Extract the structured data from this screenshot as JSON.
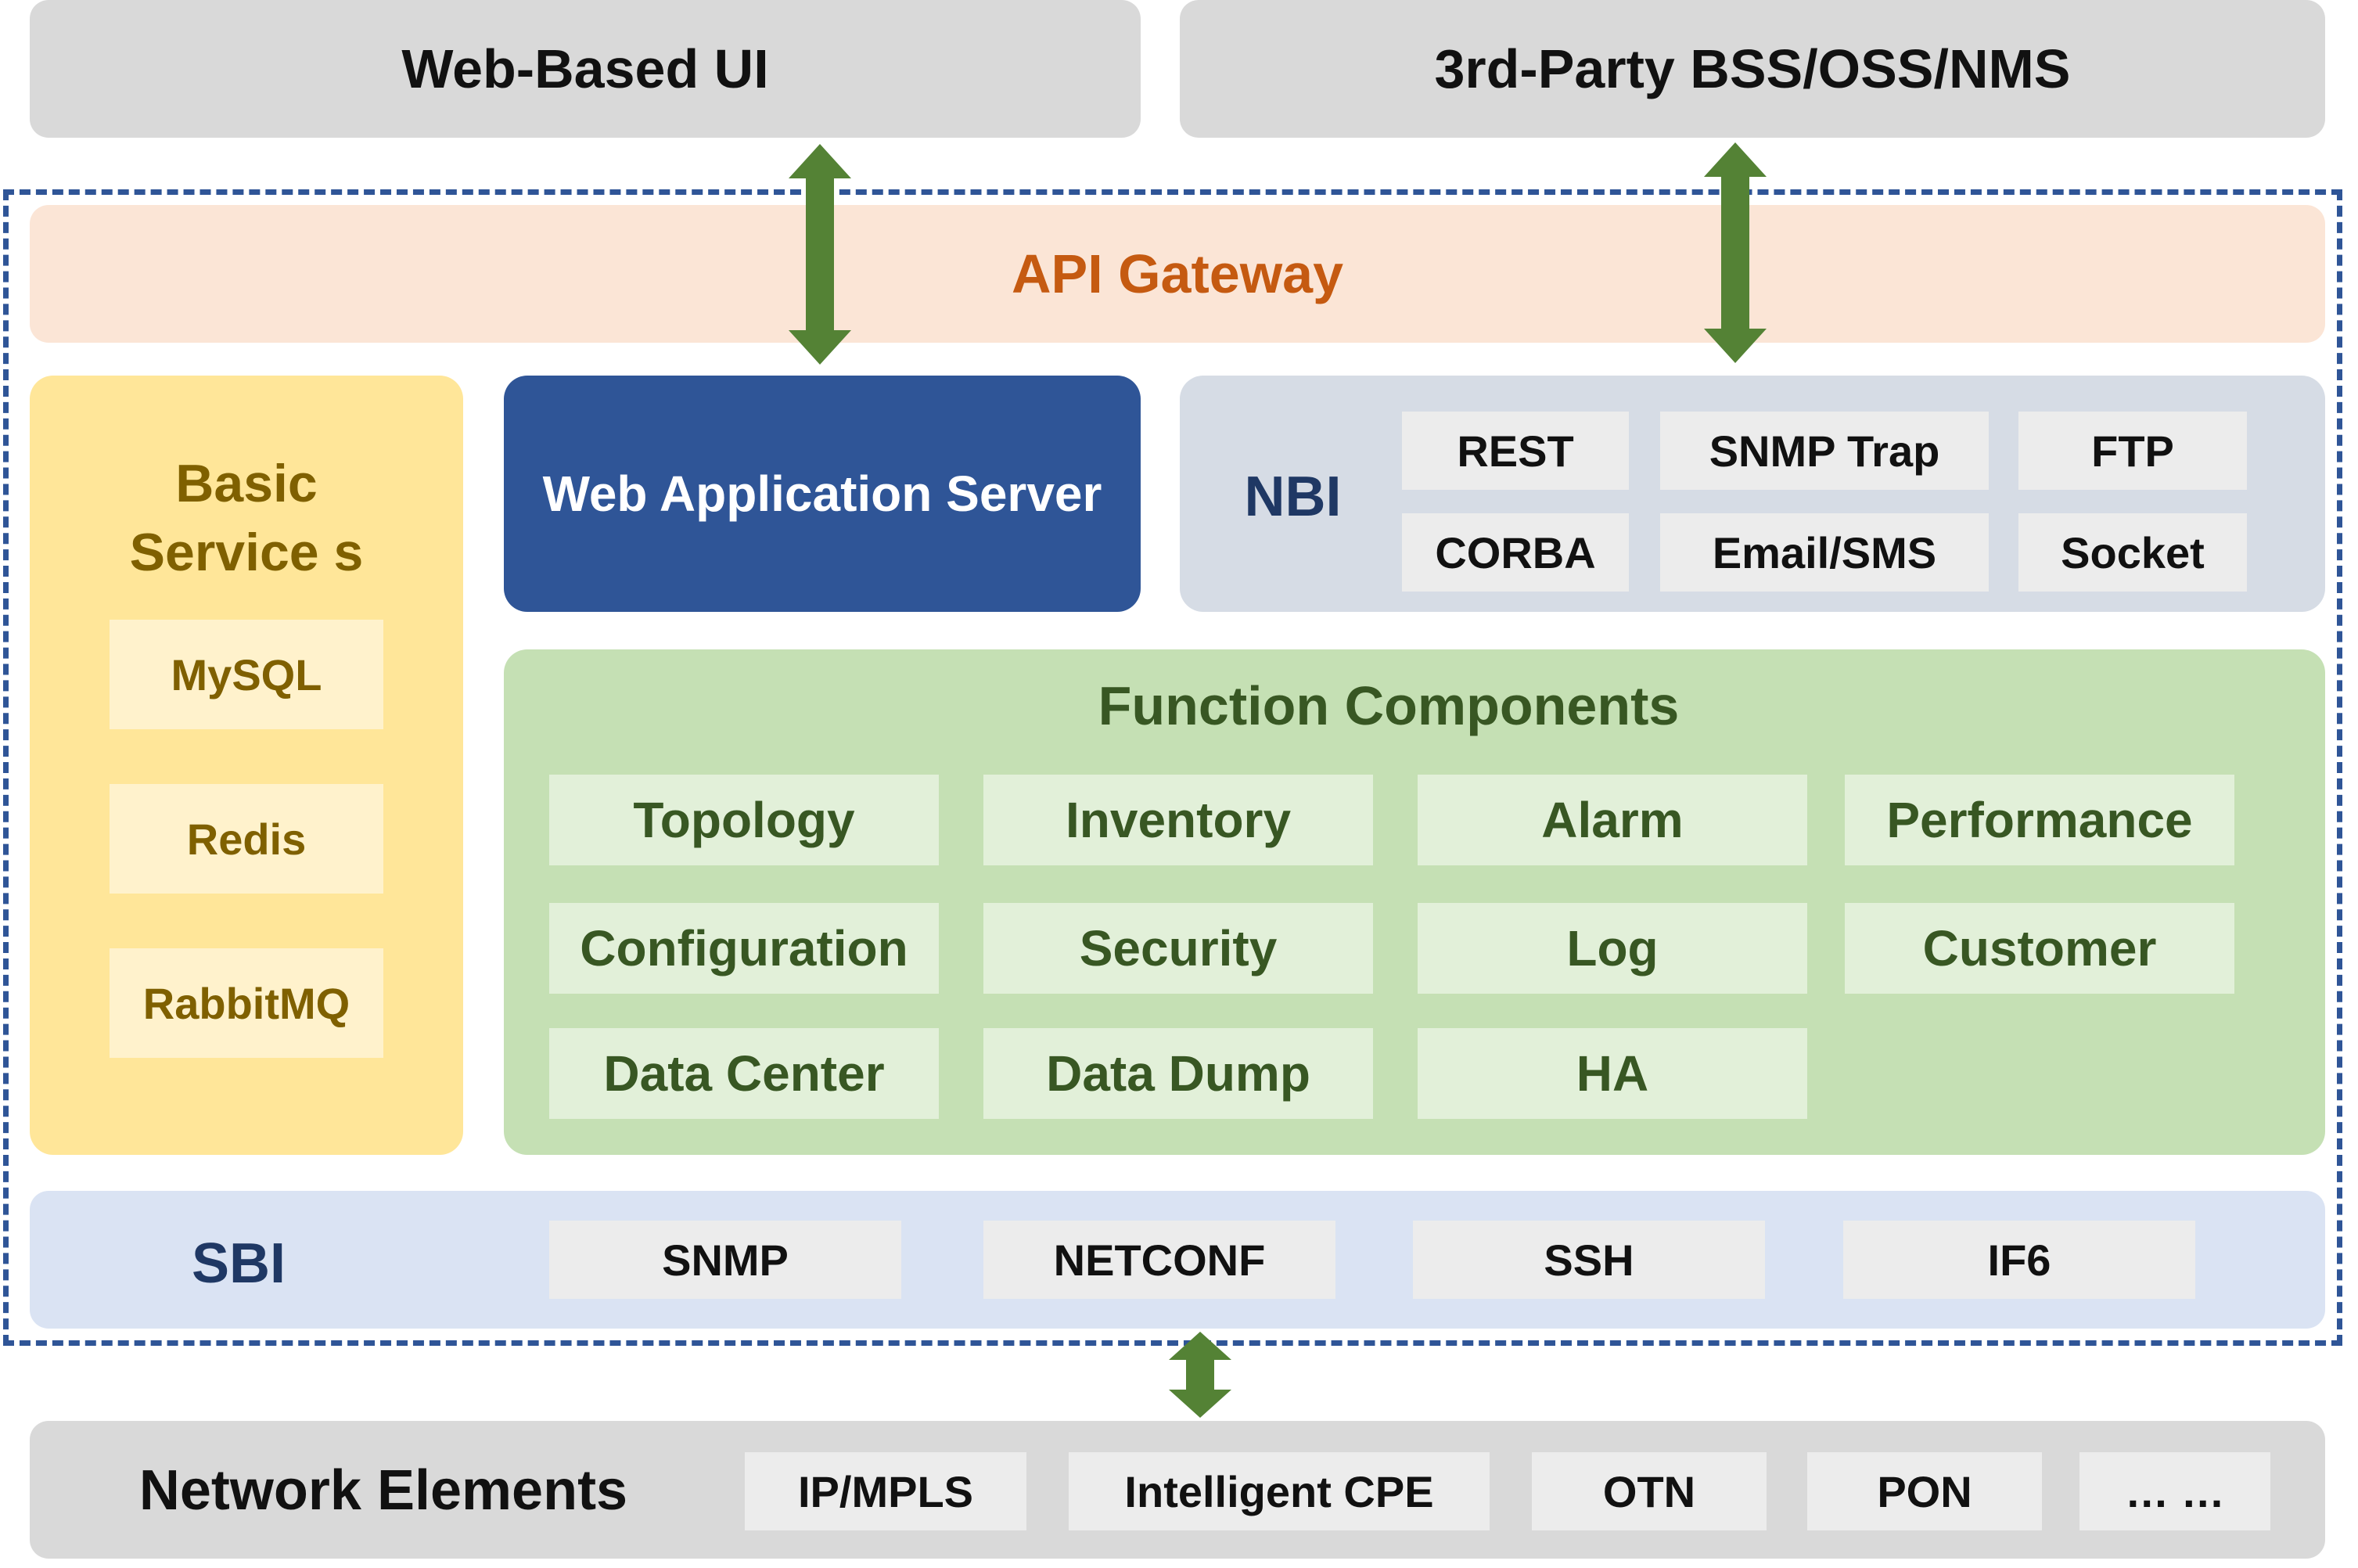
{
  "colors": {
    "gray_box": "#d9d9d9",
    "gray_cell": "#ececec",
    "gateway_bg": "#fbe5d6",
    "gateway_text": "#c55a11",
    "basic_bg": "#ffe699",
    "basic_cell": "#fff2cc",
    "basic_text": "#7f6000",
    "web_server_bg": "#2f5597",
    "nbi_bg": "#d6dce5",
    "nbi_text": "#1f3864",
    "func_bg": "#c5e0b4",
    "func_cell": "#e2f0d9",
    "func_text": "#385723",
    "sbi_bg": "#dae3f3",
    "dash_border": "#2f5597",
    "arrow": "#548235"
  },
  "top": {
    "web_ui": "Web-Based UI",
    "third_party": "3rd-Party BSS/OSS/NMS"
  },
  "api_gateway": "API Gateway",
  "basic_services": {
    "title": "Basic Service s",
    "items": [
      "MySQL",
      "Redis",
      "RabbitMQ"
    ]
  },
  "web_app_server": "Web Application Server",
  "nbi": {
    "label": "NBI",
    "items": [
      "REST",
      "SNMP Trap",
      "FTP",
      "CORBA",
      "Email/SMS",
      "Socket"
    ]
  },
  "function_components": {
    "title": "Function Components",
    "items": [
      "Topology",
      "Inventory",
      "Alarm",
      "Performance",
      "Configuration",
      "Security",
      "Log",
      "Customer",
      "Data Center",
      "Data Dump",
      "HA"
    ]
  },
  "sbi": {
    "label": "SBI",
    "items": [
      "SNMP",
      "NETCONF",
      "SSH",
      "IF6"
    ]
  },
  "network_elements": {
    "label": "Network Elements",
    "items": [
      "IP/MPLS",
      "Intelligent CPE",
      "OTN",
      "PON",
      "… …"
    ]
  }
}
